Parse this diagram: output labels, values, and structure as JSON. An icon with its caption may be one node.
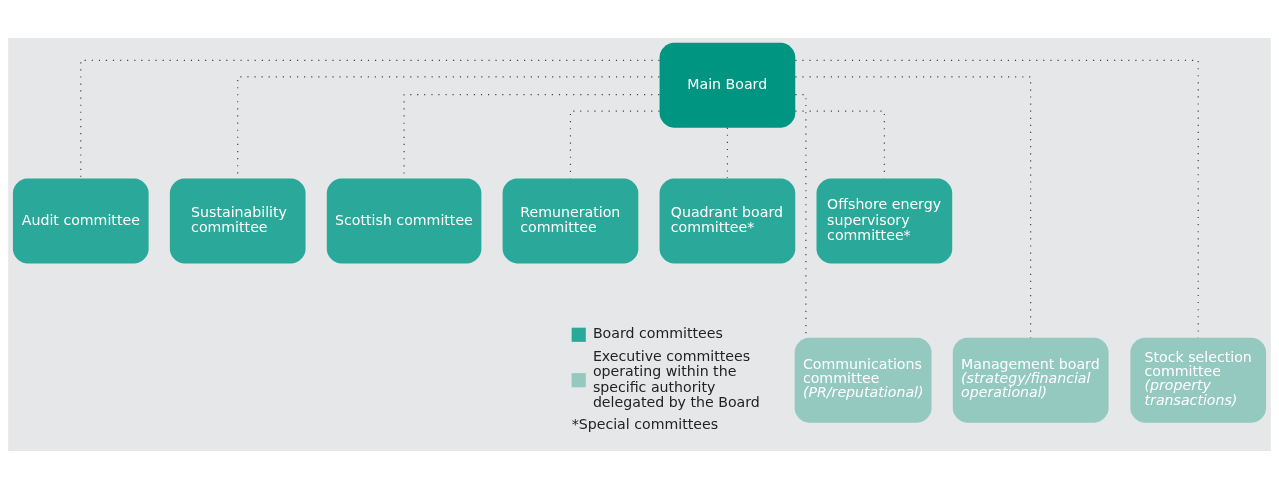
{
  "diagram": {
    "nodes": [
      {
        "text": [
          "Main Board"
        ]
      },
      {
        "text": [
          "Audit committee"
        ]
      },
      {
        "text": [
          "Sustainability committee"
        ]
      },
      {
        "text": [
          "Scottish committee"
        ]
      },
      {
        "text": [
          "Remuneration committee"
        ]
      },
      {
        "text": [
          "Quadrant board committee*"
        ]
      },
      {
        "text": [
          "Offshore energy supervisory committee*"
        ]
      },
      {
        "text": [
          "Communications committee",
          "(PR/reputational)"
        ]
      },
      {
        "text": [
          "Management board",
          "(strategy/financial operational)"
        ]
      },
      {
        "text": [
          "Stock selection committee",
          "(property transactions)"
        ]
      }
    ],
    "edges": [
      {
        "from": 0,
        "to": 1,
        "arrow": "none"
      },
      {
        "from": 0,
        "to": 2,
        "arrow": "none"
      },
      {
        "from": 0,
        "to": 3,
        "arrow": "none"
      },
      {
        "from": 0,
        "to": 4,
        "arrow": "none"
      },
      {
        "from": 0,
        "to": 5,
        "arrow": "none"
      },
      {
        "from": 0,
        "to": 6,
        "arrow": "none"
      },
      {
        "from": 0,
        "to": 7,
        "arrow": "none"
      },
      {
        "from": 0,
        "to": 8,
        "arrow": "none"
      },
      {
        "from": 0,
        "to": 9,
        "arrow": "none"
      }
    ],
    "labels": [
      "*Special committees"
    ],
    "legend": [
      {
        "text": "Board committees",
        "color": "#2aa99b"
      },
      {
        "text": "Executive committees operating within the specific authority delegated by the Board",
        "color": "#93c9bf"
      }
    ]
  }
}
